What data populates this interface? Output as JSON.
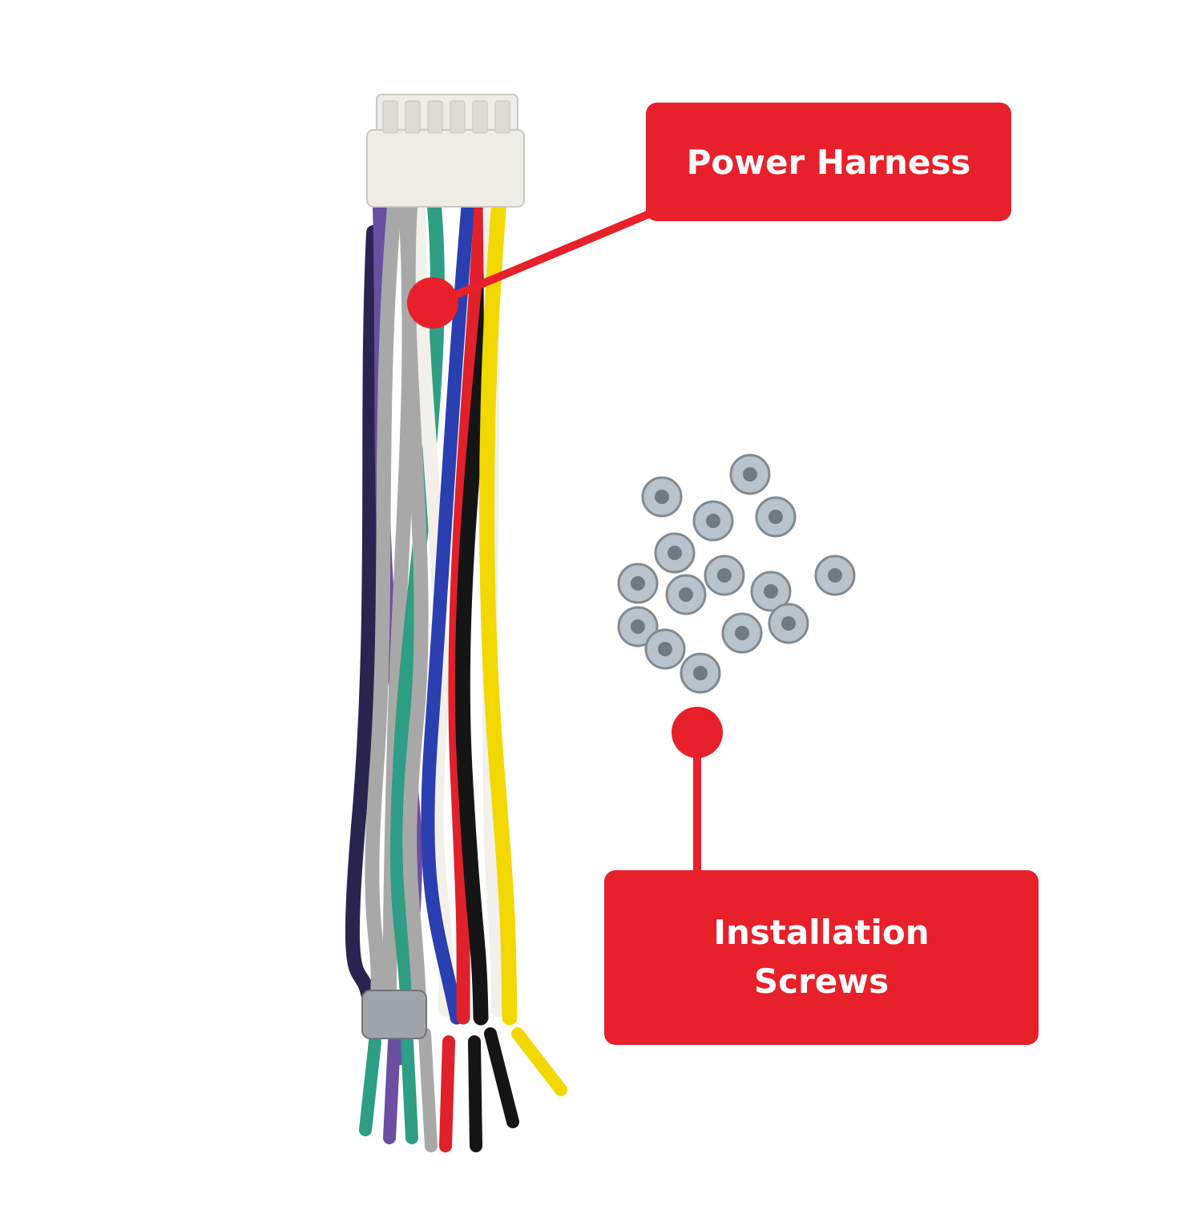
{
  "colors": {
    "accent_red": "#E8202A",
    "wire_purple": "#6B4FA0",
    "wire_gray": "#A8A8A8",
    "wire_white": "#F2F0E8",
    "wire_green": "#2E9E84",
    "wire_blue": "#2B3FB0",
    "wire_red": "#E0202A",
    "wire_black": "#151515",
    "wire_yellow": "#F2D800",
    "wire_navy": "#2A2450",
    "connector": "#EDEDE6",
    "screw_metal": "#B9C3CC"
  },
  "callouts": {
    "power_harness": {
      "label": "Power Harness"
    },
    "installation_screws": {
      "line1": "Installation",
      "line2": "Screws"
    }
  },
  "icons": {
    "harness": "wire-harness-icon",
    "screws": "screw-pile-icon"
  }
}
